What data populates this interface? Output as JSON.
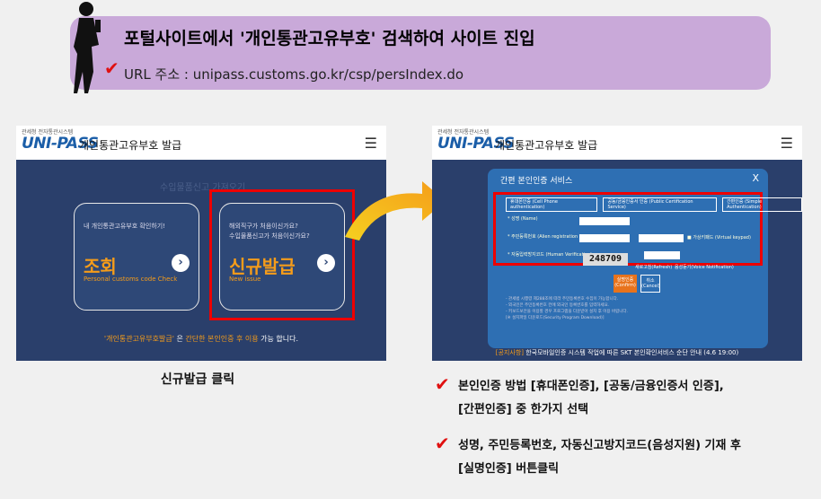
{
  "banner": {
    "title": "포털사이트에서 '개인통관고유부호' 검색하여 사이트 진입",
    "url": "URL 주소 : unipass.customs.go.kr/csp/persIndex.do"
  },
  "app": {
    "logo_small": "관세청 전자통관시스템",
    "logo": "UNI-PASS",
    "title": "개인통관고유부호 발급",
    "menu_icon": "hamburger-icon"
  },
  "left_panel": {
    "bg_text": "수입물품신고 가져오기",
    "card_lookup": {
      "sub": "내 개인통관고유부호 확인하기!",
      "title": "조회",
      "en": "Personal customs code Check"
    },
    "card_issue": {
      "sub1": "해외직구가 처음이신가요?",
      "sub2": "수입물품신고가 처음이신가요?",
      "title": "신규발급",
      "en": "New issue"
    },
    "footer_hl": "'개인통관고유부호발급'",
    "footer_mid": "은",
    "footer_hl2": "간단한 본인인증 후 이용",
    "footer_end": "가능 합니다."
  },
  "left_caption": "신규발급 클릭",
  "modal": {
    "title": "간편 본인인증 서비스",
    "close": "X",
    "options": [
      "휴대폰인증 (Cell Phone authentication)",
      "공동/금융인증서 인증 (Public Certification Service)",
      "간편인증 (Simple Authentication)"
    ],
    "name_label": "* 성명 (Name)",
    "reg_label": "* 주민등록번호 (Alien registration number)",
    "keypad_label": "■ 가상키패드 (Virtual keypad)",
    "captcha_label": "* 자동입력방지코드 (Human Verification)",
    "captcha_value": "248709",
    "refresh": "새로고침(Refresh)",
    "voice": "음성듣기(Voice Notification)",
    "confirm": "실명인증 (Confirm)",
    "cancel": "취소 (Cancel)",
    "note1": "- 관세법 시행령 제288조에 따라 주민등록번호 수집이 가능합니다.",
    "note2": "- 외국인은 주민등록번호 칸에 외국인 등록번호를 입력하세요.",
    "note3": "- 키보드보안을 이용할 경우 프로그램을 다운받아 설치 후 이용 바랍니다.",
    "note4": "[※ 설치파일 다운로드(Security Program Download)]"
  },
  "right_footer": {
    "hl": "[공지사항]",
    "text": "한국모바일인증 시스템 작업에 따른 SKT 본인확인서비스 순단 안내 (4.6 19:00)"
  },
  "instructions": {
    "line1": "본인인증 방법 [휴대폰인증], [공동/금융인증서 인증],",
    "line2": "[간편인증] 중 한가지 선택",
    "line3": "성명, 주민등록번호, 자동신고방지코드(음성지원) 기재 후",
    "line4": "[실명인증] 버튼클릭"
  },
  "colors": {
    "banner": "#c9a9d9",
    "panel": "#2a3f6b",
    "accent": "#f59c1a",
    "highlight_border": "#e00000",
    "modal": "#2e6fb3"
  }
}
